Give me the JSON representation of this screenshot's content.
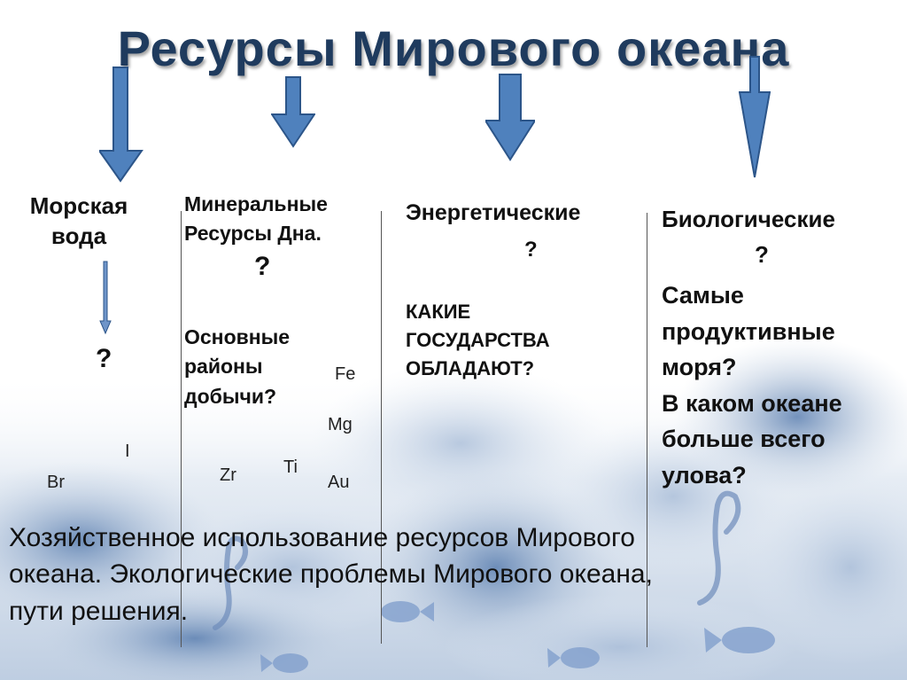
{
  "title": "Ресурсы  Мирового  океана",
  "columns": [
    {
      "heading_lines": [
        "Морская",
        "вода"
      ],
      "question": "?",
      "elements": [
        "I",
        "Br"
      ]
    },
    {
      "heading_lines": [
        "Минеральные",
        "Ресурсы Дна."
      ],
      "question": "?",
      "sub_lines": [
        "Основные",
        "районы",
        "добычи?"
      ],
      "elements": [
        "Fe",
        "Mg",
        "Ti",
        "Zr",
        "Au"
      ]
    },
    {
      "heading": "Энергетические",
      "question": "?",
      "sub_lines": [
        "КАКИЕ",
        "ГОСУДАРСТВА",
        "ОБЛАДАЮТ?"
      ]
    },
    {
      "heading": "Биологические",
      "question": "?",
      "sub_lines": [
        "Самые",
        "продуктивные",
        "моря?",
        "В каком океане",
        "больше всего",
        "улова?"
      ]
    }
  ],
  "footer_lines": [
    "Хозяйственное использование ресурсов Мирового",
    "океана. Экологические проблемы Мирового океана,",
    "пути решения."
  ],
  "colors": {
    "title": "#1f3b5e",
    "arrow": "#4f81bd",
    "arrow_outline": "#2c5589"
  },
  "icons": [
    "down-arrow-icon",
    "fish-icon",
    "seahorse-icon"
  ]
}
